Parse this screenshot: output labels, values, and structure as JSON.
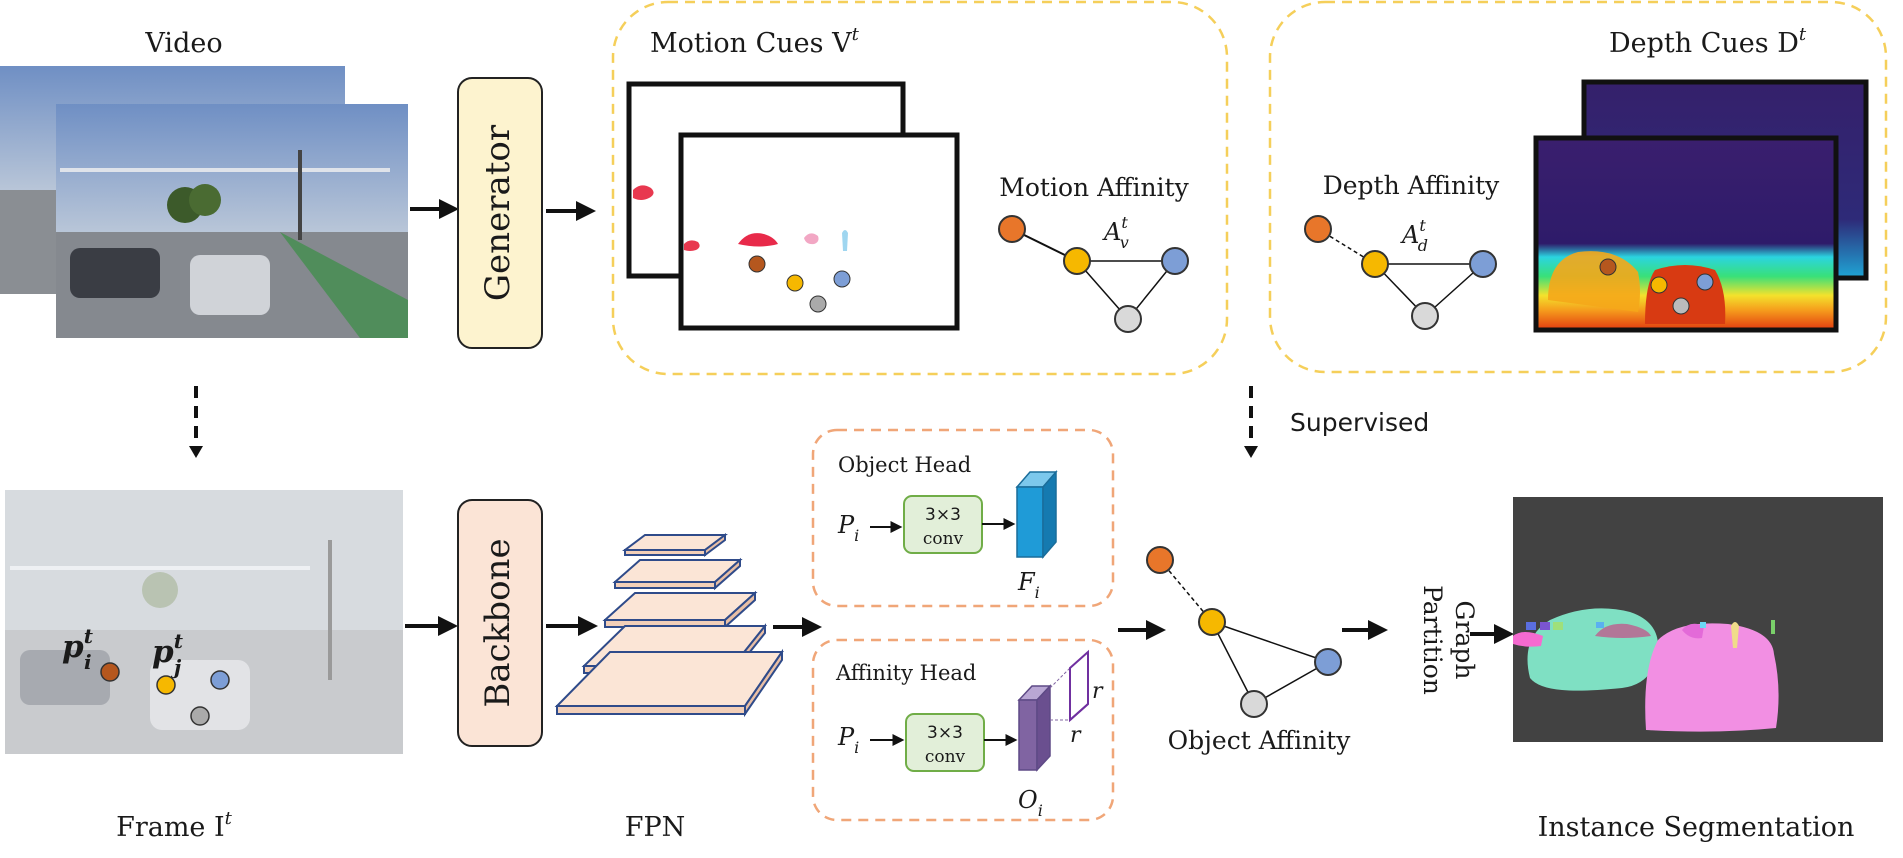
{
  "labels": {
    "video": "Video",
    "generator": "Generator",
    "motion_cues": "Motion Cues V",
    "motion_cues_sup": "t",
    "depth_cues": "Depth Cues D",
    "depth_cues_sup": "t",
    "motion_affinity": "Motion Affinity",
    "motion_affinity_sym": "A",
    "motion_affinity_sup": "t",
    "motion_affinity_sub": "v",
    "depth_affinity": "Depth Affinity",
    "depth_affinity_sym": "A",
    "depth_affinity_sup": "t",
    "depth_affinity_sub": "d",
    "supervised": "Supervised",
    "backbone": "Backbone",
    "fpn": "FPN",
    "frame": "Frame I",
    "frame_sup": "t",
    "p_i": "p",
    "p_i_sup": "t",
    "p_i_sub": "i",
    "p_j": "p",
    "p_j_sup": "t",
    "p_j_sub": "j",
    "object_head": "Object Head",
    "affinity_head": "Affinity Head",
    "P_i_obj": "P",
    "P_i_obj_sub": "i",
    "P_i_aff": "P",
    "P_i_aff_sub": "i",
    "conv_line1": "3×3",
    "conv_line2": "conv",
    "F_i": "F",
    "F_i_sub": "i",
    "O_i": "O",
    "O_i_sub": "i",
    "r1": "r",
    "r2": "r",
    "object_affinity": "Object Affinity",
    "graph_partition_1": "Graph",
    "graph_partition_2": "Partition",
    "instance_segmentation": "Instance Segmentation"
  },
  "colors": {
    "node_orange": "#e8762a",
    "node_yellow": "#f6b800",
    "node_blue": "#7d9ed6",
    "node_gray": "#d9d9d9",
    "node_brown": "#b5571e",
    "dashed_yellow": "#f5cf5a",
    "dashed_orange": "#f0a678",
    "generator_fill": "#fdf3cf",
    "backbone_fill": "#fbe4d6",
    "fpn_fill": "#fbe5d6",
    "fpn_stroke": "#2f4b8a",
    "conv_fill": "#e2efd9",
    "conv_stroke": "#70ad47",
    "feature_blue": "#1f9bd7",
    "feature_purple": "#8064a2",
    "seg_bg": "#424242",
    "seg_green": "#7fe0c3",
    "seg_pink": "#f28fe3"
  }
}
